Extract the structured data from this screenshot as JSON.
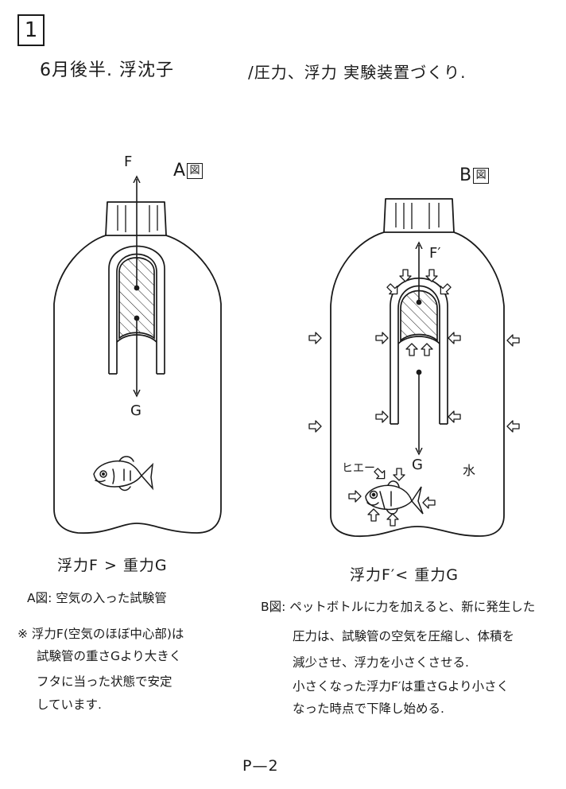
{
  "page": {
    "number_box": "1",
    "title": "6月後半. 浮沈子",
    "subtitle": "/圧力、浮力 実験装置づくり.",
    "footer": "P—2"
  },
  "figure_a": {
    "label": "A",
    "label_box": "図",
    "force_top": "F",
    "force_bottom": "G",
    "caption": "浮力F > 重力G"
  },
  "figure_b": {
    "label": "B",
    "label_box": "図",
    "force_top": "F′",
    "force_bottom": "G",
    "fish_label": "ヒエー",
    "water_label": "水",
    "caption": "浮力F′< 重力G"
  },
  "description_a": {
    "lines": [
      "A図: 空気の入った試験管",
      "※ 浮力F(空気のほぼ中心部)は",
      "試験管の重さGより大きく",
      "フタに当った状態で安定",
      "しています."
    ]
  },
  "description_b": {
    "lines": [
      "B図: ペットボトルに力を加えると、新に発生した",
      "圧力は、試験管の空気を圧縮し、体積を",
      "減少させ、浮力を小さくさせる.",
      "小さくなった浮力F′は重さGより小さく",
      "なった時点で下降し始める."
    ]
  },
  "colors": {
    "ink": "#1a1a1a",
    "paper": "#ffffff"
  }
}
